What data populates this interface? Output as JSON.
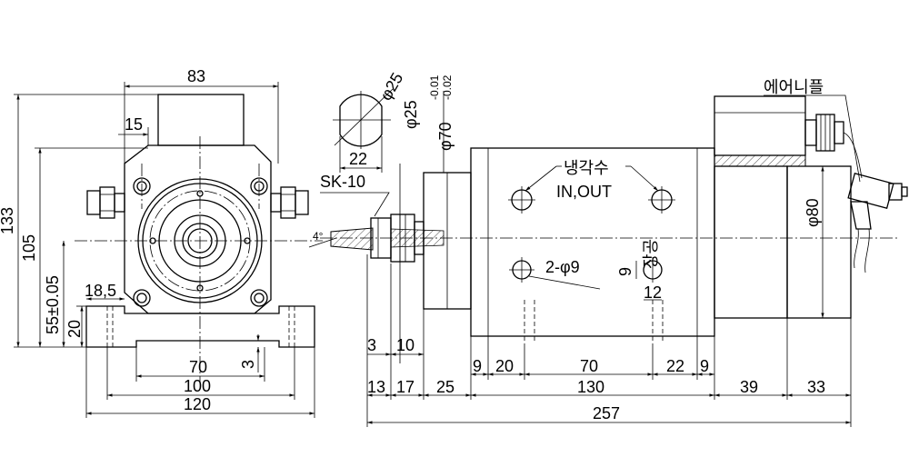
{
  "drawing": {
    "front_view": {
      "dims": {
        "width_83": "83",
        "d15": "15",
        "h133": "133",
        "h105": "105",
        "h55": "55±0.05",
        "h20": "20",
        "d18_5": "18,5",
        "w70": "70",
        "w100": "100",
        "w120": "120",
        "d3": "3"
      }
    },
    "side_view": {
      "labels": {
        "sk10": "SK-10",
        "angle4": "4°",
        "coolant": "냉각수",
        "in_out": "IN,OUT",
        "air_nipple": "에어니플",
        "holes": "2-φ9",
        "keyway": "장공"
      },
      "dims": {
        "d25a": "φ25",
        "d25b": "φ25",
        "w22": "22",
        "d70": "φ70",
        "d70_tol_upper": "-0.01",
        "d70_tol_lower": "-0.02",
        "d80": "φ80",
        "k9": "9",
        "k12": "12",
        "t3": "3",
        "t10": "10",
        "m9a": "9",
        "m20": "20",
        "m70": "70",
        "m22": "22",
        "m9b": "9",
        "b13": "13",
        "b17": "17",
        "b25": "25",
        "b130": "130",
        "b39": "39",
        "b33": "33",
        "total257": "257"
      }
    }
  }
}
